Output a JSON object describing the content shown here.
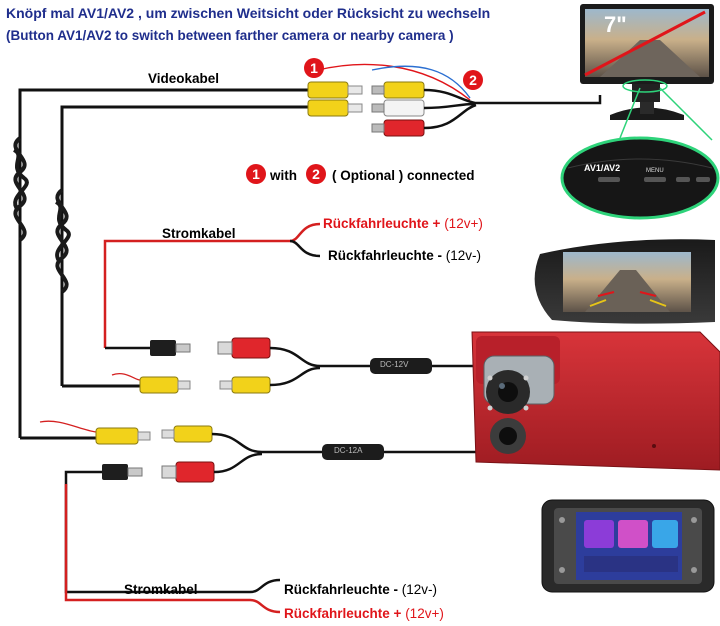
{
  "header": {
    "line_de": "Knöpf mal AV1/AV2 , um zwischen Weitsicht oder Rücksicht zu wechseln",
    "line_en": "(Button AV1/AV2 to switch between farther camera or nearby camera )"
  },
  "labels": {
    "videokabel": "Videokabel",
    "stromkabel_top": "Stromkabel",
    "stromkabel_bottom": "Stromkabel"
  },
  "markers": {
    "one": "1",
    "two": "2",
    "with_word": "with",
    "optional_text": "( Optional ) connected"
  },
  "power_top": {
    "plus_label": "Rückfahrleuchte +",
    "plus_value": "(12v+)",
    "minus_label": "Rückfahrleuchte -",
    "minus_value": "(12v-)"
  },
  "power_bottom": {
    "minus_label": "Rückfahrleuchte -",
    "minus_value": "(12v-)",
    "plus_label": "Rückfahrleuchte +",
    "plus_value": "(12v+)"
  },
  "monitor": {
    "screen_mark": "7\"",
    "button_av": "AV1/AV2",
    "button_menu": "MENU"
  },
  "inline_modules": {
    "upper": "DC-12V",
    "lower": "DC-12A"
  },
  "colors": {
    "red_wire": "#d42020",
    "yellow_plug": "#f2d21a",
    "camera_body": "#c0262c",
    "text_blue": "#1f2e8c",
    "callout_green": "#2ed37a"
  }
}
